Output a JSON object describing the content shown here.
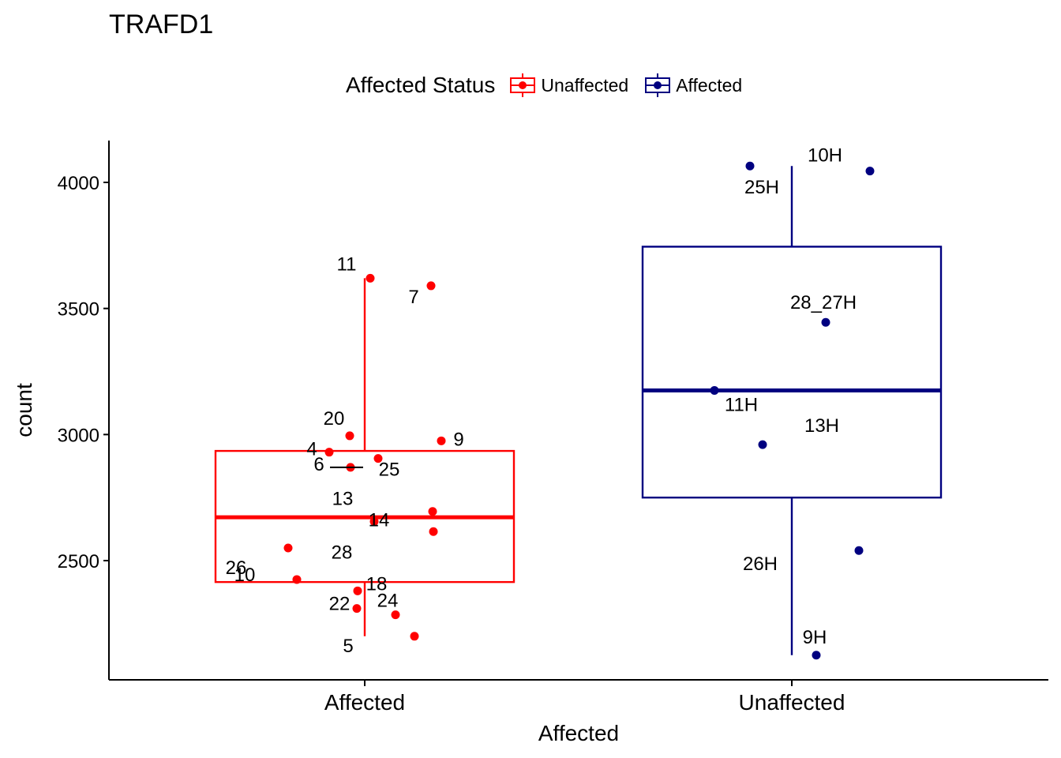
{
  "chart_data": {
    "type": "box",
    "title": "TRAFD1",
    "xlabel": "Affected",
    "ylabel": "count",
    "categories": [
      "Affected",
      "Unaffected"
    ],
    "yticks": [
      2500,
      3000,
      3500,
      4000
    ],
    "ylim": [
      2100,
      4160
    ],
    "grid": false,
    "legend": {
      "title": "Affected Status",
      "position": "top",
      "entries": [
        {
          "label": "Unaffected",
          "color": "#ff0000"
        },
        {
          "label": "Affected",
          "color": "#000080"
        }
      ]
    },
    "series": [
      {
        "name": "Unaffected",
        "category": "Affected",
        "color": "#ff0000",
        "box": {
          "min": 2200,
          "q1": 2415,
          "median": 2672,
          "q3": 2935,
          "max": 3620
        },
        "points": [
          {
            "label": "11",
            "y": 3620
          },
          {
            "label": "7",
            "y": 3590
          },
          {
            "label": "20",
            "y": 2995
          },
          {
            "label": "9",
            "y": 2975
          },
          {
            "label": "4",
            "y": 2930
          },
          {
            "label": "25",
            "y": 2905
          },
          {
            "label": "6",
            "y": 2870
          },
          {
            "label": "13",
            "y": 2695
          },
          {
            "label": "14",
            "y": 2655
          },
          {
            "label": "28",
            "y": 2615
          },
          {
            "label": "10",
            "y": 2550
          },
          {
            "label": "26",
            "y": 2425
          },
          {
            "label": "18",
            "y": 2380
          },
          {
            "label": "22",
            "y": 2310
          },
          {
            "label": "24",
            "y": 2285
          },
          {
            "label": "5",
            "y": 2200
          }
        ]
      },
      {
        "name": "Affected",
        "category": "Unaffected",
        "color": "#000080",
        "box": {
          "min": 2125,
          "q1": 2750,
          "median": 3175,
          "q3": 3745,
          "max": 4065
        },
        "points": [
          {
            "label": "25H",
            "y": 4065
          },
          {
            "label": "10H",
            "y": 4045
          },
          {
            "label": "28_27H",
            "y": 3445
          },
          {
            "label": "11H",
            "y": 3175
          },
          {
            "label": "13H",
            "y": 2960
          },
          {
            "label": "26H",
            "y": 2540
          },
          {
            "label": "9H",
            "y": 2125
          }
        ]
      }
    ]
  }
}
